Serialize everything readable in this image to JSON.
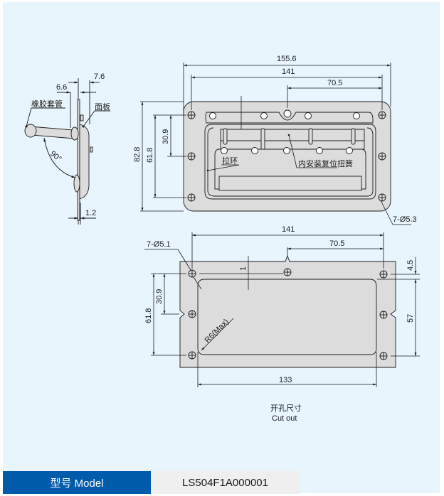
{
  "side_view": {
    "dim_top_right": "7.6",
    "dim_top_left": "6.6",
    "dim_bottom": "1.2",
    "angle": "90°",
    "label_rubber_sleeve": "橡胶套管",
    "label_panel": "面板"
  },
  "front_view": {
    "dim_overall_width": "155.6",
    "dim_hole_span": "141",
    "dim_half_span": "70.5",
    "dim_overall_height": "82.8",
    "dim_hole_height": "61.8",
    "dim_half_height": "30.9",
    "label_pull_ring": "拉环",
    "label_spring": "内安装复位扭簧",
    "label_holes": "7-Ø5.3"
  },
  "cutout_view": {
    "dim_hole_span": "141",
    "dim_half_span": "70.5",
    "dim_offset": "1",
    "dim_top_margin": "4.5",
    "dim_opening_height": "57",
    "dim_hole_height": "61.8",
    "dim_half_height": "30.9",
    "dim_opening_width": "133",
    "label_radius": "R6(Max)",
    "label_holes": "7-Ø5.1",
    "caption_cn": "开孔尺寸",
    "caption_en": "Cut out"
  },
  "model": {
    "label": "型号 Model",
    "value": "LS504F1A000001"
  },
  "colors": {
    "panel_bg": "#e8f5fd",
    "part_fill": "#dcdcdc",
    "line": "#1a1a1a",
    "model_label_bg": "#005bab",
    "model_value_bg": "#efefef"
  }
}
